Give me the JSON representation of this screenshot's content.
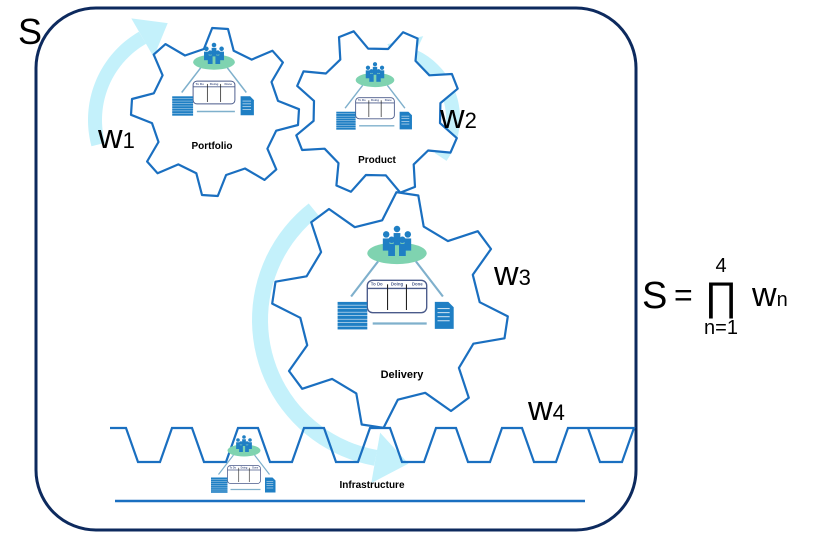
{
  "system_label": "S",
  "colors": {
    "frame": "#0d2a5e",
    "gear": "#1a6fc0",
    "arrow": "#c4f1fb",
    "board": "#4a5a8a",
    "people": "#7fd3b0",
    "icon": "#1f7fc4"
  },
  "gears": [
    {
      "name": "Portfolio",
      "weight": "w",
      "index": "1"
    },
    {
      "name": "Product",
      "weight": "w",
      "index": "2"
    },
    {
      "name": "Delivery",
      "weight": "w",
      "index": "3"
    }
  ],
  "rack": {
    "name": "Infrastructure",
    "weight": "w",
    "index": "4"
  },
  "board_columns": [
    "To Do",
    "Doing",
    "Done"
  ],
  "formula": {
    "lhs": "S",
    "eq": "=",
    "operator": "∏",
    "upper": "4",
    "lower": "n=1",
    "term": "w",
    "sub": "n"
  }
}
